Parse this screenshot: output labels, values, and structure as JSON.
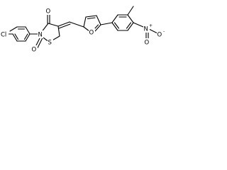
{
  "molecule": {
    "atoms": {
      "cl": "Cl",
      "n_ring": "N",
      "s_ring": "S",
      "o_carbonyl_top": "O",
      "o_carbonyl_bottom": "O",
      "o_furan": "O",
      "n_nitro": "N",
      "nitro_plus": "+",
      "o_nitro_minus": "O",
      "nitro_minus": "-",
      "o_nitro": "O"
    },
    "colors": {
      "bond": "#000000",
      "text": "#000000",
      "background": "#ffffff"
    }
  }
}
